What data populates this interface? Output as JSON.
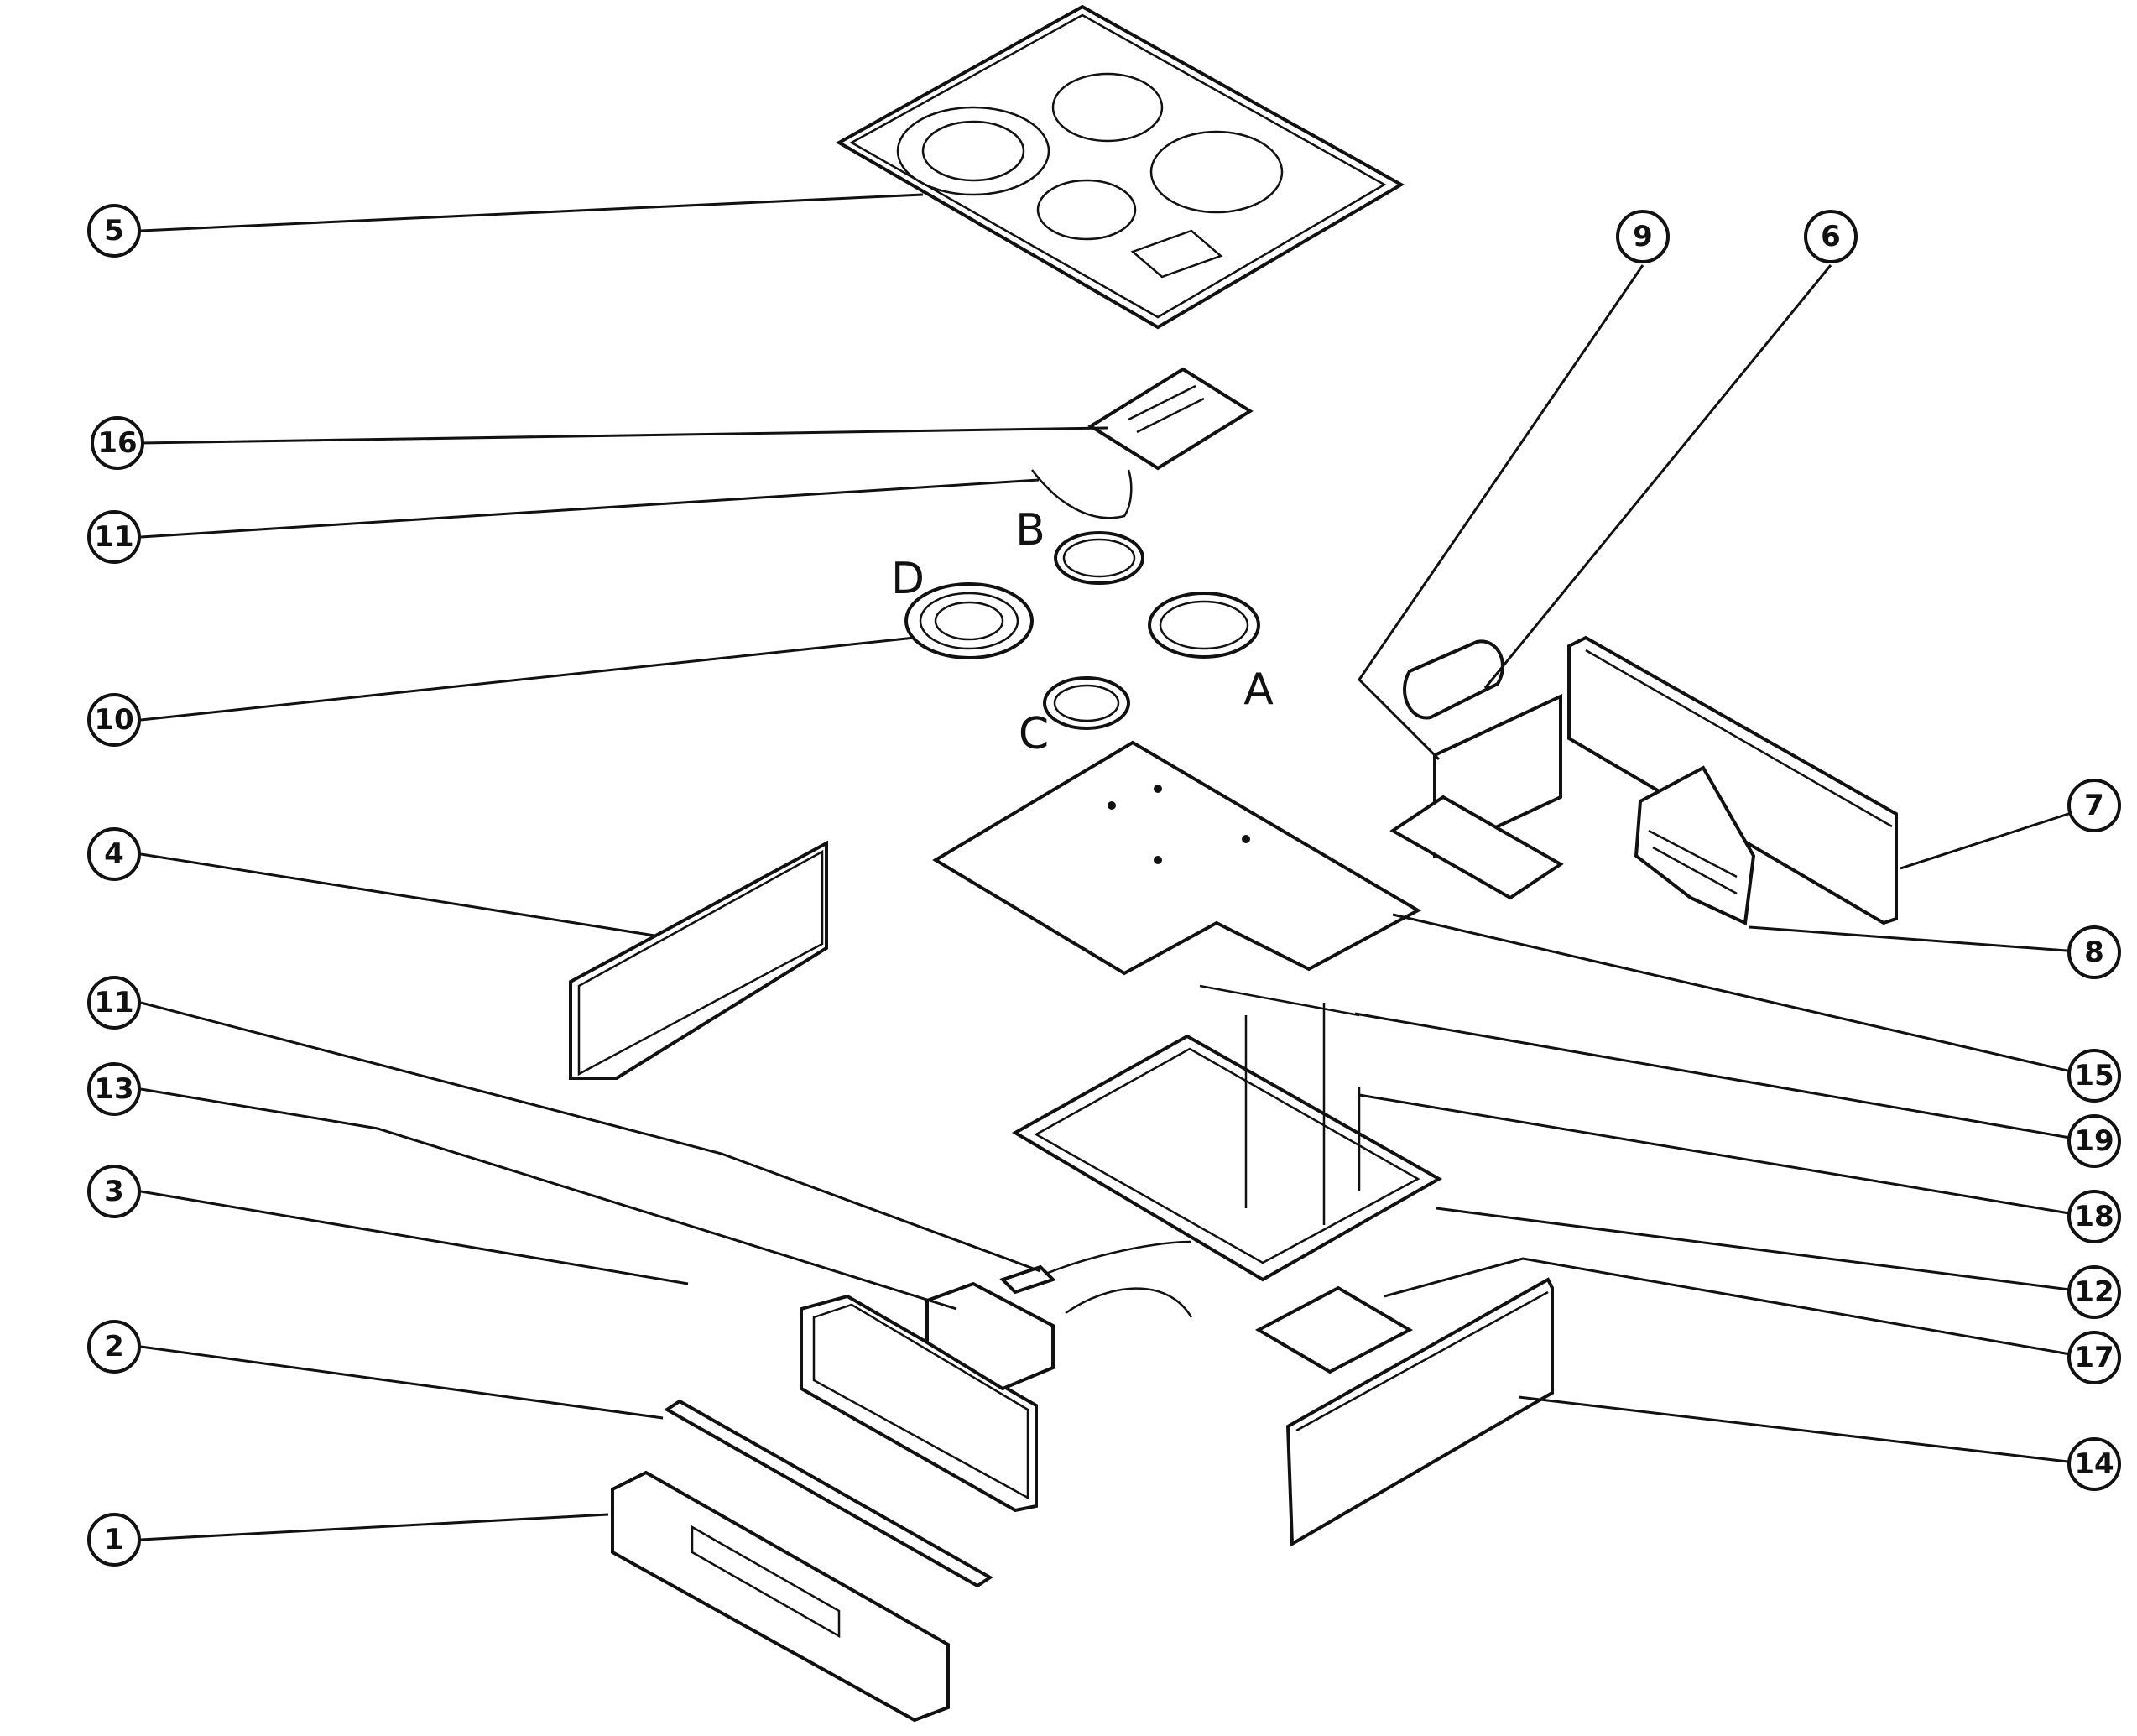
{
  "callouts": [
    {
      "id": "c5",
      "label": "5"
    },
    {
      "id": "c16",
      "label": "16"
    },
    {
      "id": "c11a",
      "label": "11"
    },
    {
      "id": "c10",
      "label": "10"
    },
    {
      "id": "c4",
      "label": "4"
    },
    {
      "id": "c11b",
      "label": "11"
    },
    {
      "id": "c13",
      "label": "13"
    },
    {
      "id": "c3",
      "label": "3"
    },
    {
      "id": "c2",
      "label": "2"
    },
    {
      "id": "c1",
      "label": "1"
    },
    {
      "id": "c9",
      "label": "9"
    },
    {
      "id": "c6",
      "label": "6"
    },
    {
      "id": "c7",
      "label": "7"
    },
    {
      "id": "c8",
      "label": "8"
    },
    {
      "id": "c15",
      "label": "15"
    },
    {
      "id": "c19",
      "label": "19"
    },
    {
      "id": "c18",
      "label": "18"
    },
    {
      "id": "c12",
      "label": "12"
    },
    {
      "id": "c17",
      "label": "17"
    },
    {
      "id": "c14",
      "label": "14"
    }
  ],
  "element_letters": {
    "A": "A",
    "B": "B",
    "C": "C",
    "D": "D"
  }
}
